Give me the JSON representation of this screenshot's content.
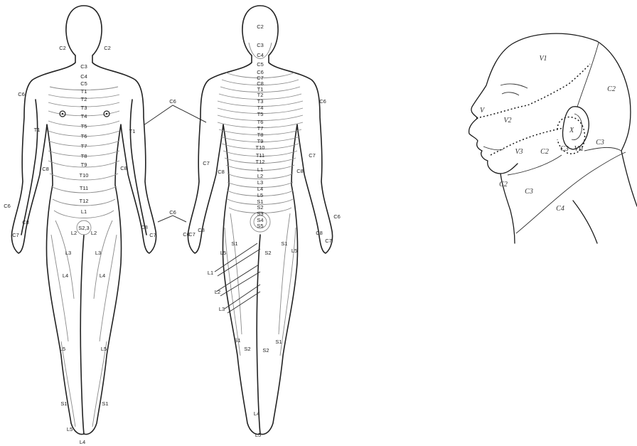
{
  "front_figure": {
    "neck_labels": [
      "C2",
      "C2"
    ],
    "spine_labels": [
      "C3",
      "C4",
      "C5",
      "T1",
      "T2",
      "T3",
      "T4",
      "T5",
      "T6",
      "T7",
      "T8",
      "T9",
      "T10",
      "T11",
      "T12",
      "L1",
      "S2,3"
    ],
    "arm_labels": [
      "C6",
      "T1",
      "C8",
      "C6",
      "C7",
      "C8",
      "T1",
      "C8",
      "C7",
      "C8"
    ],
    "leg_labels": [
      "L2",
      "L2",
      "L3",
      "L3",
      "L4",
      "L4",
      "L5",
      "L5",
      "S1",
      "S1",
      "L5",
      "L4"
    ]
  },
  "shared_labels": [
    "C6",
    "C6"
  ],
  "back_figure": {
    "spine_labels": [
      "C2",
      "C3",
      "C4",
      "C5",
      "C6",
      "C7",
      "C8",
      "T1",
      "T2",
      "T3",
      "T4",
      "T5",
      "T6",
      "T7",
      "T8",
      "T9",
      "T10",
      "T11",
      "T12",
      "L1",
      "L2",
      "L3",
      "L4",
      "L5",
      "S1",
      "S2",
      "S3",
      "S4",
      "S5"
    ],
    "arm_labels": [
      "C6",
      "C7",
      "C8",
      "C6",
      "C7",
      "C8",
      "C7",
      "C8",
      "C6",
      "C7",
      "C8"
    ],
    "leg_labels": [
      "L5",
      "S1",
      "S2",
      "S1",
      "L5",
      "L1",
      "L2",
      "L3",
      "S1",
      "S2",
      "S2",
      "S1",
      "L4",
      "L5"
    ]
  },
  "head": {
    "labels": [
      "V1",
      "V2",
      "V3",
      "V",
      "C2",
      "C3",
      "C2",
      "C3",
      "C2",
      "C3",
      "C4",
      "X",
      "VII"
    ]
  }
}
